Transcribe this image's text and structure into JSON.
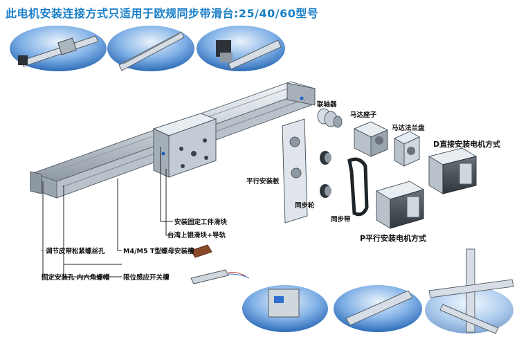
{
  "title": "此电机安装连接方式只适用于欧规同步带滑台:25/40/60型号",
  "labels": {
    "coupling": "联轴器",
    "motor_seat": "马达座子",
    "motor_flange": "马达法兰盘",
    "direct_mount": "D直接安装电机方式",
    "parallel_plate": "平行安装板",
    "sync_wheel": "同步轮",
    "sync_belt": "同步带",
    "parallel_mount": "P平行安装电机方式",
    "slider_mount": "安装固定工件滑块",
    "rail": "台湾上银滑块+导轨",
    "belt_tension": "调节皮带松紧螺丝孔",
    "t_nut": "M4/M5 T型螺母安装槽",
    "fix_holes": "固定安装孔 内六角螺帽",
    "limit_switch": "限位感应开关槽"
  },
  "colors": {
    "title": "#1a7fc8",
    "aluminum": "#c9d1d8",
    "ellipse": "#2f73c4",
    "nut": "#8a4a2a"
  }
}
